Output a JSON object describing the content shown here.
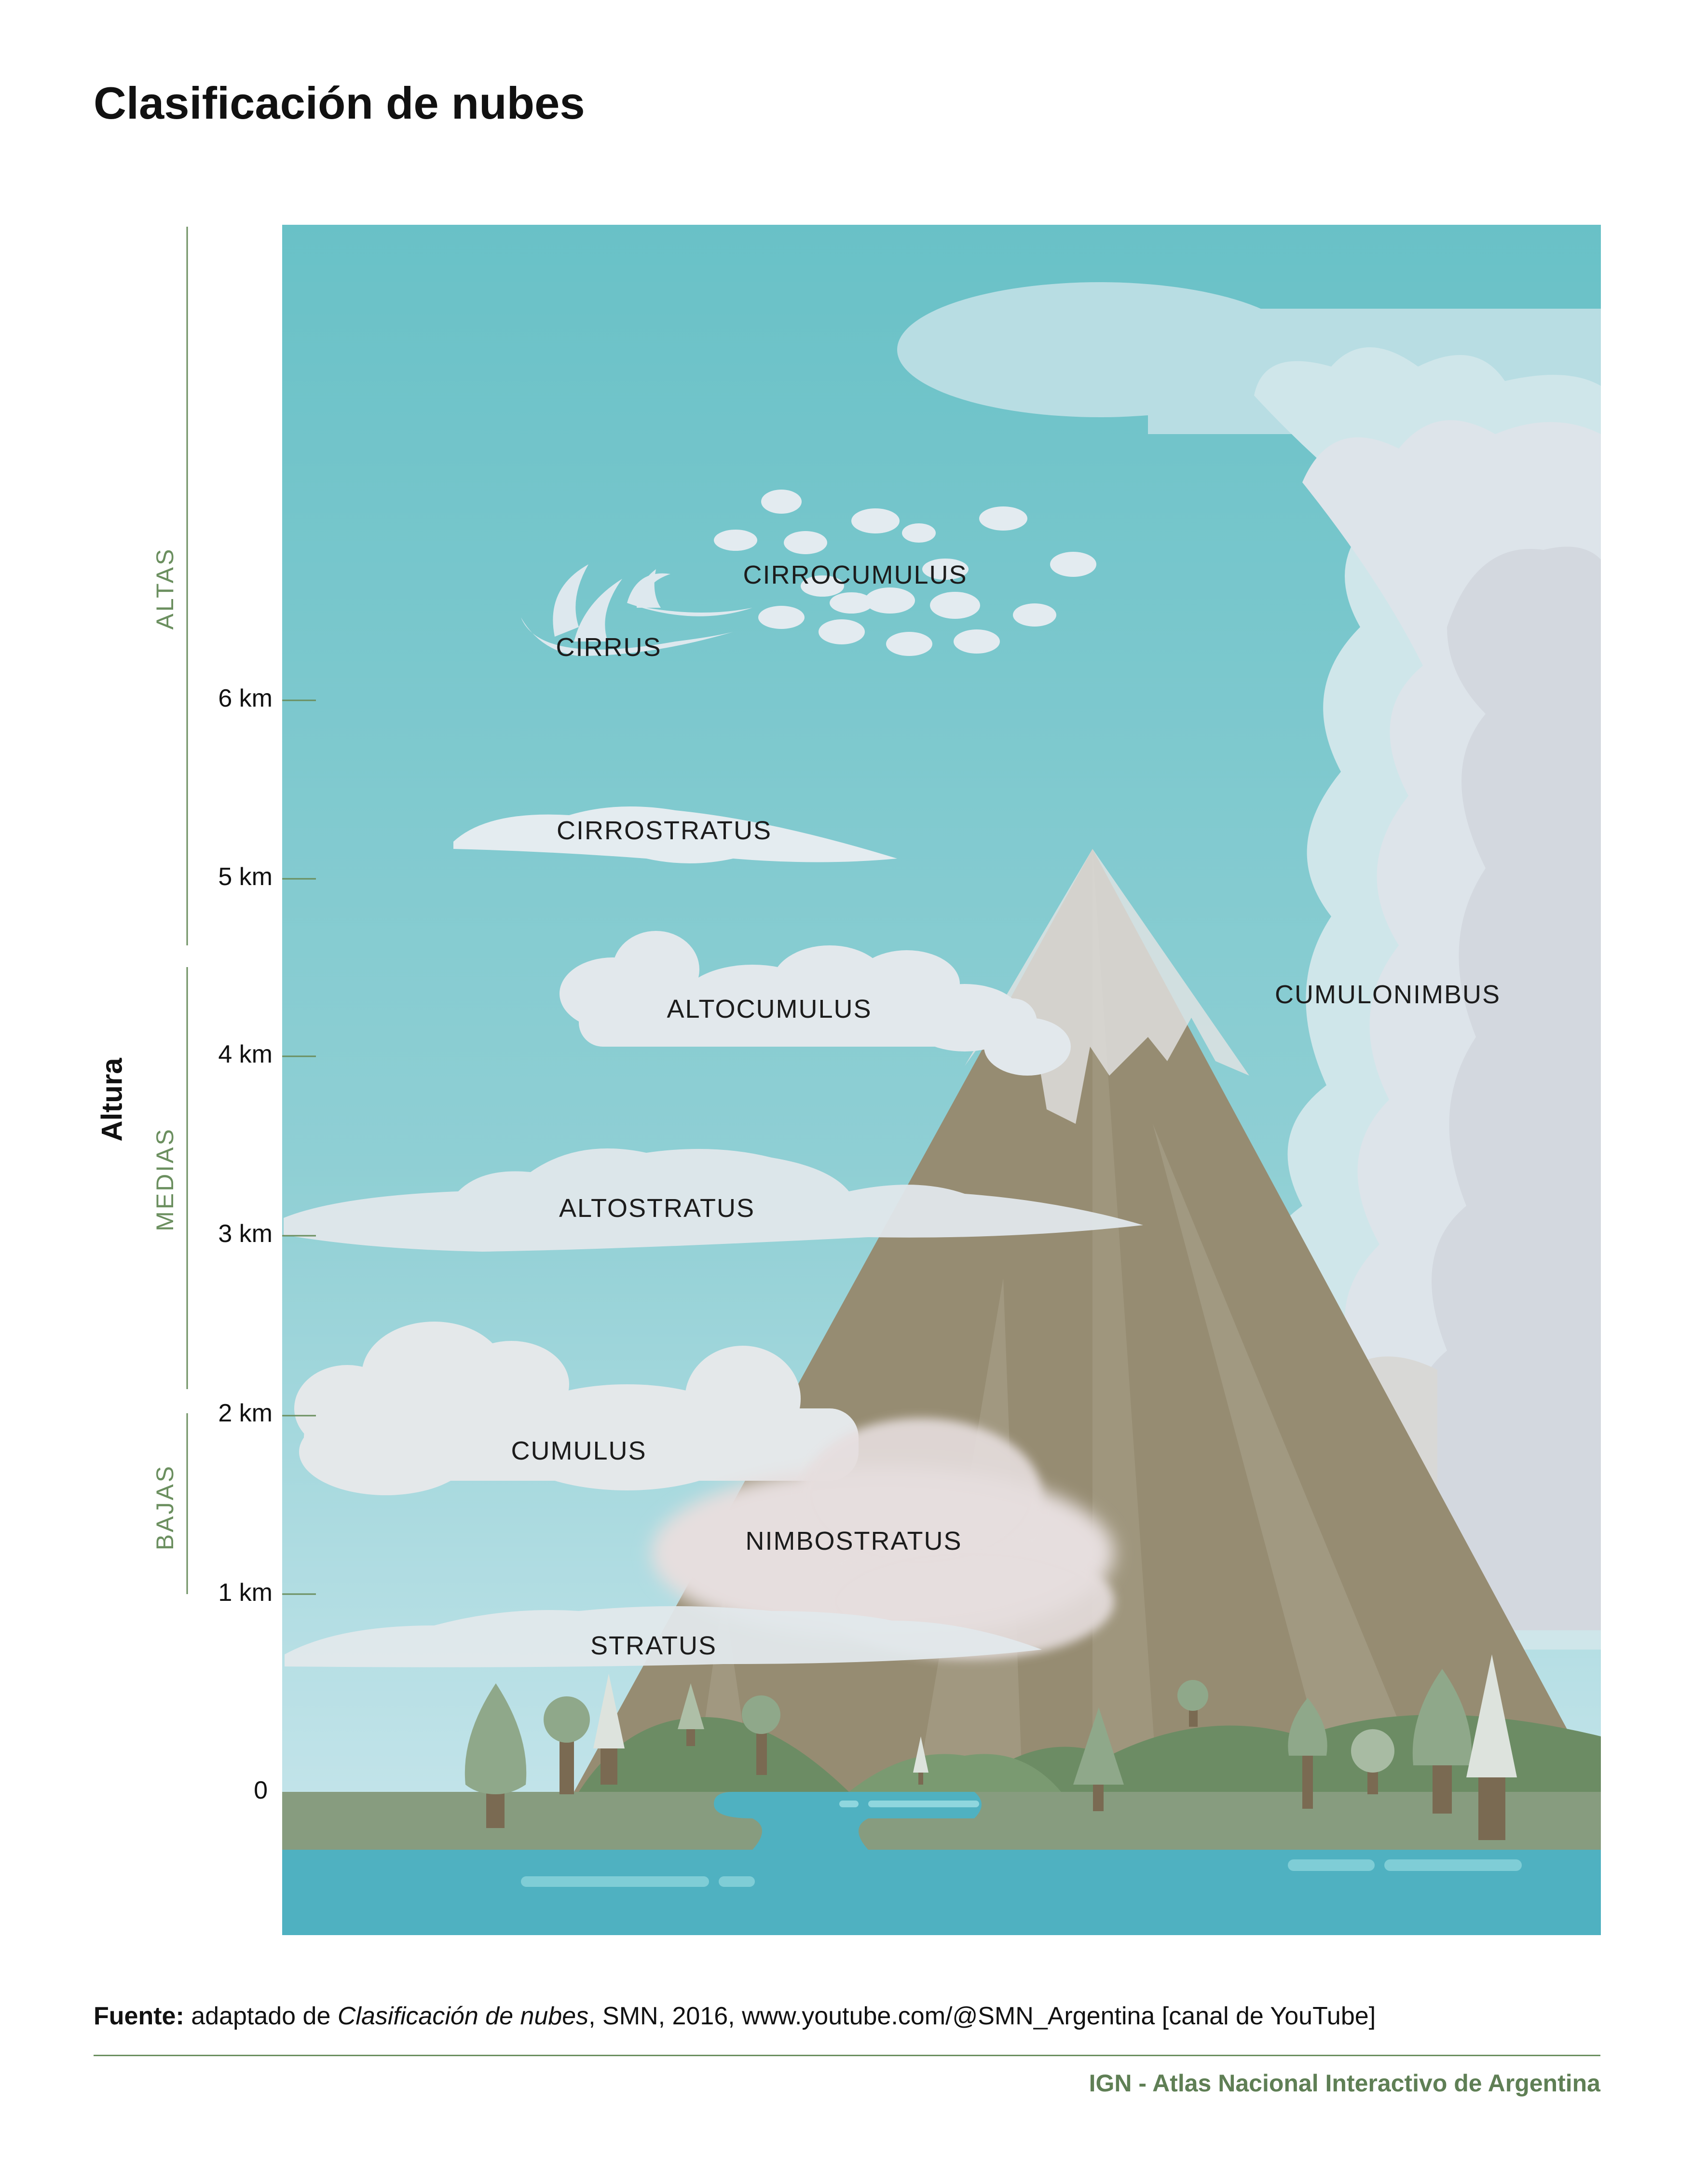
{
  "title": "Clasificación de nubes",
  "axis": {
    "title": "Altura",
    "ticks": [
      "6 km",
      "5 km",
      "4 km",
      "3 km",
      "2 km",
      "1 km",
      "0"
    ]
  },
  "bands": {
    "high": "ALTAS",
    "medium": "MEDIAS",
    "low": "BAJAS"
  },
  "clouds": {
    "cirrocumulus": "CIRROCUMULUS",
    "cirrus": "CIRRUS",
    "cirrostratus": "CIRROSTRATUS",
    "altocumulus": "ALTOCUMULUS",
    "altostratus": "ALTOSTRATUS",
    "cumulus": "CUMULUS",
    "nimbostratus": "NIMBOSTRATUS",
    "stratus": "STRATUS",
    "cumulonimbus": "CUMULONIMBUS"
  },
  "source": {
    "prefix": "Fuente:",
    "text_before": " adaptado de ",
    "work": "Clasificación de nubes",
    "text_after": ", SMN, 2016, www.youtube.com/@SMN_Argentina [canal de YouTube]"
  },
  "credit": "IGN - Atlas Nacional Interactivo de Argentina",
  "colors": {
    "sky_top": "#69c1c7",
    "sky_bottom": "#c9e6ec",
    "mountain": "#968c72",
    "snow": "#e3e3e3",
    "ground": "#879c7f",
    "water": "#4fb1c1",
    "accent_green": "#6b8f5f"
  }
}
